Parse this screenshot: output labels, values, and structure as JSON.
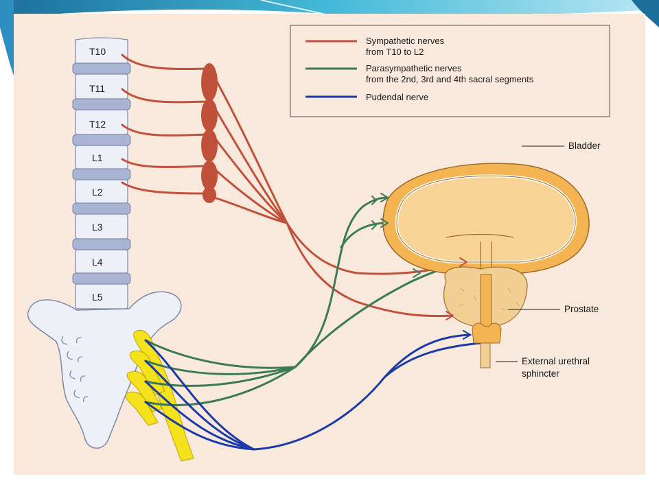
{
  "legend": {
    "items": [
      {
        "key": "sympathetic",
        "color": "#c0503a",
        "line1": "Sympathetic nerves",
        "line2": "from T10 to L2"
      },
      {
        "key": "parasympathetic",
        "color": "#3a7a55",
        "line1": "Parasympathetic nerves",
        "line2": "from the 2nd, 3rd and 4th sacral segments"
      },
      {
        "key": "pudendal",
        "color": "#1a3aa8",
        "line1": "Pudendal nerve",
        "line2": ""
      }
    ]
  },
  "vertebrae": [
    "T10",
    "T11",
    "T12",
    "L1",
    "L2",
    "L3",
    "L4",
    "L5"
  ],
  "labels": {
    "bladder": "Bladder",
    "prostate": "Prostate",
    "sphincter_line1": "External urethral",
    "sphincter_line2": "sphincter"
  },
  "colors": {
    "panel_bg": "#f8e9dc",
    "disc": "#a9b3d2",
    "bone": "#eef0f8",
    "ganglion": "#c0503a",
    "sacral_nerve": "#f5e11c",
    "bladder_fill": "#f3b451",
    "prostate_fill": "#f2cf94",
    "slide_accent": "#3aa7cf"
  }
}
